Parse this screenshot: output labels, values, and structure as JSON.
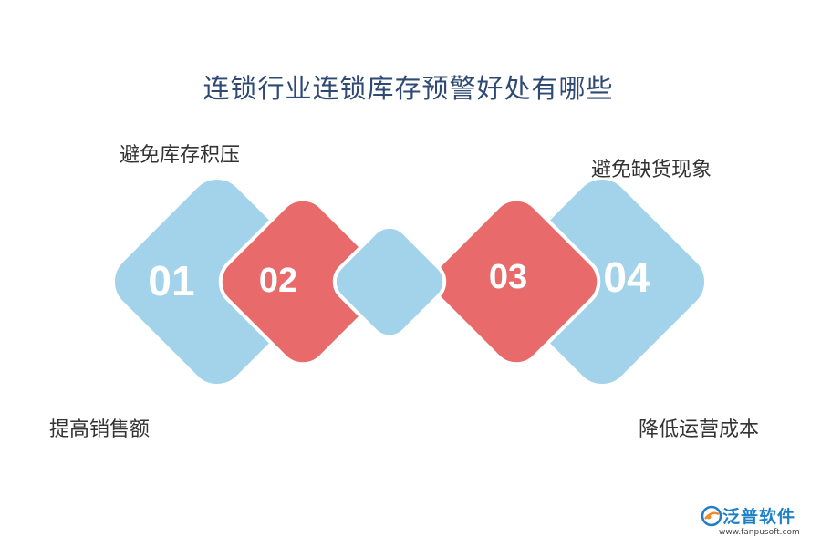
{
  "title": "连锁行业连锁库存预警好处有哪些",
  "items": [
    {
      "number": "01",
      "label": "提高销售额"
    },
    {
      "number": "02",
      "label": "避免库存积压"
    },
    {
      "number": "03",
      "label": "避免缺货现象"
    },
    {
      "number": "04",
      "label": "降低运营成本"
    }
  ],
  "colors": {
    "blue": "#a2d3ea",
    "red": "#e86a6b",
    "title": "#2e4a74"
  },
  "logo": {
    "brand": "泛普软件",
    "url": "www.fanpusoft.com"
  }
}
